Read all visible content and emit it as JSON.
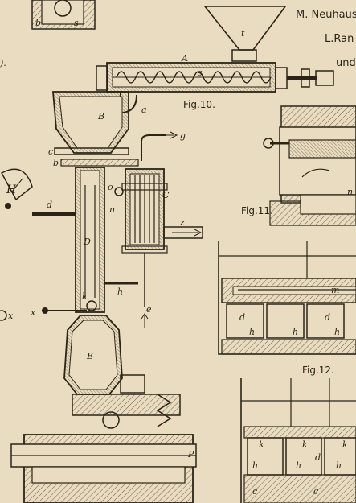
{
  "header": {
    "line1": "M. Neuhaus",
    "line2": "L.Ran",
    "line3": "und"
  },
  "figures": {
    "fig10": "Fig.10.",
    "fig11": "Fig.11.",
    "fig12": "Fig.12."
  },
  "labels": {
    "t": "t",
    "A": "A",
    "s": "s",
    "a": "a",
    "B": "B",
    "c": "c",
    "b": "b",
    "g": "g",
    "o": "o",
    "n": "n",
    "C": "C",
    "d": "d",
    "z": "z",
    "D": "D",
    "h": "h",
    "k": "k",
    "x": "x",
    "e": "e",
    "E": "E",
    "P": "P",
    "H": "H",
    "m": "m",
    "d12a": "d",
    "d12b": "d",
    "h12a": "h",
    "h12b": "h",
    "h12c": "h",
    "m12": "m",
    "k13a": "k",
    "k13b": "k",
    "k13c": "k",
    "d13": "d",
    "h13a": "h",
    "h13b": "h",
    "h13c": "h",
    "c13a": "c",
    "c13b": "c",
    "x2": "x",
    "b_tl": "b",
    "s_tl": "s",
    "n11": "n"
  },
  "colors": {
    "paper": "#e9dcc0",
    "ink": "#2a2418",
    "hatch": "#6b5e45"
  }
}
